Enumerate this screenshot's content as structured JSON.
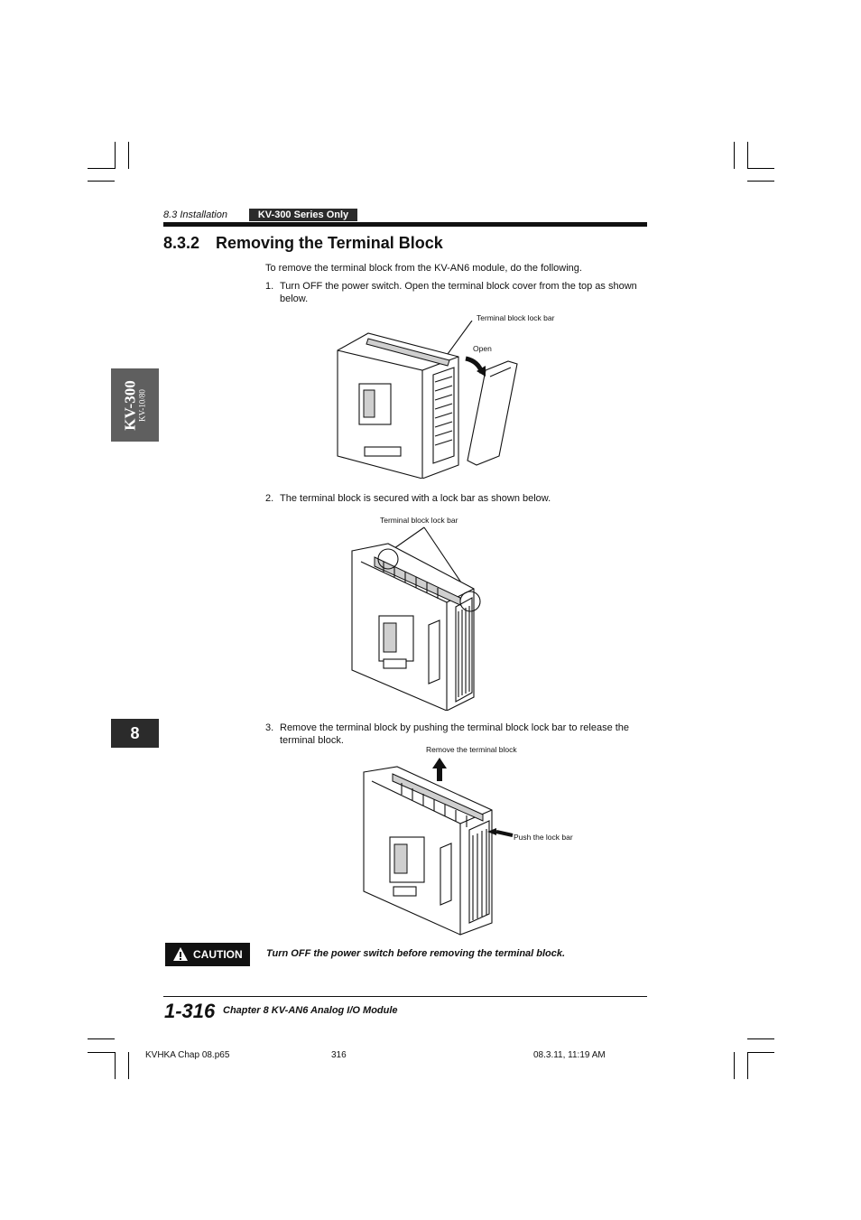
{
  "header": {
    "section": "8.3  Installation",
    "tag": "KV-300 Series Only"
  },
  "title": {
    "number": "8.3.2",
    "text": "Removing the Terminal Block"
  },
  "intro": "To remove the terminal block from the KV-AN6 module, do the following.",
  "steps": [
    {
      "num": "1.",
      "text": "Turn OFF the power switch. Open the terminal block cover from the top as shown below."
    },
    {
      "num": "2.",
      "text": "The terminal block is secured with a lock bar as shown below."
    },
    {
      "num": "3.",
      "text": "Remove the terminal block by pushing the terminal block lock bar to release the terminal block."
    }
  ],
  "figures": {
    "fig1": {
      "lock_bar": "Terminal block lock bar",
      "open": "Open"
    },
    "fig2": {
      "lock_bar": "Terminal block lock bar"
    },
    "fig3": {
      "remove": "Remove the terminal block",
      "push": "Push the lock bar"
    }
  },
  "sidetab": {
    "main": "KV-300",
    "sub": "KV-10/80"
  },
  "chapter_tab": "8",
  "caution": {
    "label": "CAUTION",
    "text": "Turn OFF the power switch before removing the terminal block."
  },
  "footer": {
    "page": "1-316",
    "chapter": "Chapter 8   KV-AN6 Analog I/O Module"
  },
  "slug": {
    "file": "KVHKA Chap 08.p65",
    "page": "316",
    "timestamp": "08.3.11, 11:19 AM"
  }
}
